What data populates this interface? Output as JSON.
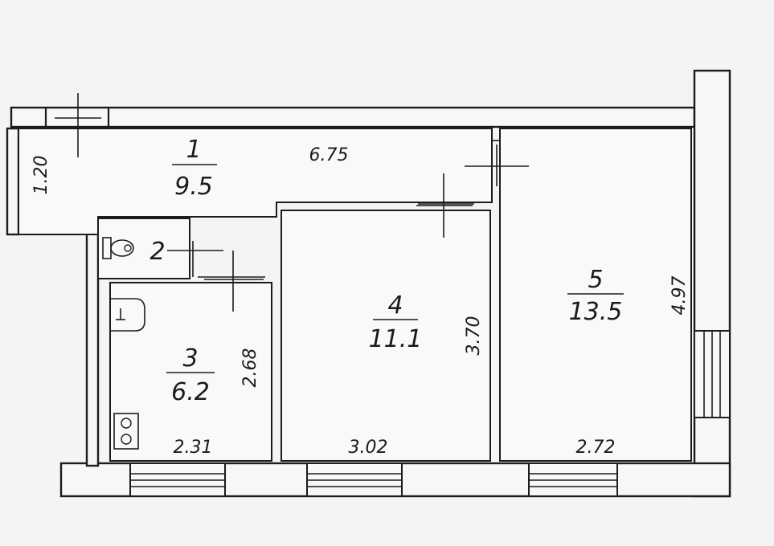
{
  "plan": {
    "rooms": [
      {
        "id": "1",
        "number": "1",
        "area": "9.5"
      },
      {
        "id": "2",
        "number": "2"
      },
      {
        "id": "3",
        "number": "3",
        "area": "6.2"
      },
      {
        "id": "4",
        "number": "4",
        "area": "11.1"
      },
      {
        "id": "5",
        "number": "5",
        "area": "13.5"
      }
    ],
    "dimensions": {
      "corridor_length": "6.75",
      "corridor_width": "1.20",
      "kitchen_depth": "2.68",
      "kitchen_width": "2.31",
      "room4_depth": "3.70",
      "room4_width": "3.02",
      "room5_depth": "4.97",
      "room5_width": "2.72"
    }
  }
}
